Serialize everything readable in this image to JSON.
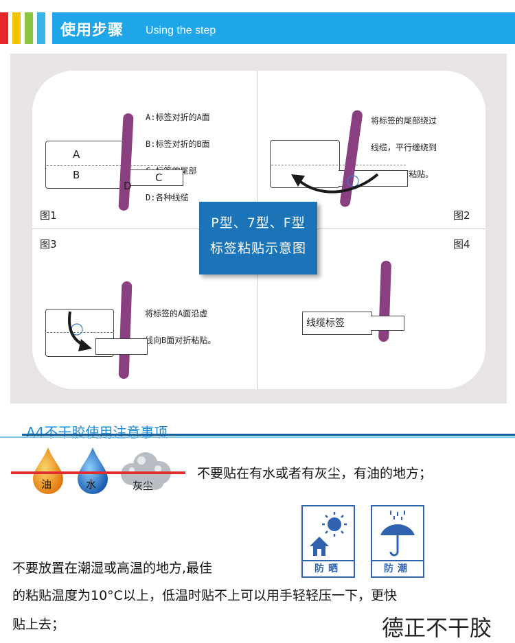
{
  "header": {
    "title": "使用步骤",
    "subtitle": "Using the step",
    "stripe_colors": [
      "#e8262a",
      "#f5c400",
      "#8cc63f",
      "#3bb4e8"
    ],
    "accent": "#1ea6e8"
  },
  "diagram": {
    "fig1": {
      "label": "图1",
      "legend": [
        "A:标签对折的A面",
        "B:标签对折的B面",
        "C:标签的尾部",
        "D:各种线缆"
      ],
      "a": "A",
      "b": "B",
      "c": "C",
      "d": "D"
    },
    "fig2": {
      "label": "图2",
      "text": [
        "将标签的尾部绕过",
        "线缆，平行缠绕到",
        "标签的B面粘贴。"
      ]
    },
    "fig3": {
      "label": "图3",
      "text": [
        "将标签的A面沿虚",
        "线向B面对折粘贴。"
      ]
    },
    "fig4": {
      "label": "图4",
      "tag": "线缆标签"
    },
    "callout": [
      "P型、7型、F型",
      "标签粘贴示意图"
    ],
    "cable_color": "#8a3f80",
    "callout_color": "#1b73b8"
  },
  "notes": {
    "title": "A4不干胶使用注意事项",
    "drops": [
      {
        "label": "油",
        "icon": "oil-drop-icon",
        "color": "#f0a020"
      },
      {
        "label": "水",
        "icon": "water-drop-icon",
        "color": "#2f79c8"
      },
      {
        "label": "灰尘",
        "icon": "dust-cloud-icon",
        "color": "#b8bdc3"
      }
    ],
    "line1": "不要贴在有水或者有灰尘，有油的地方；",
    "line2": "不要放置在潮湿或高温的地方,最佳",
    "line3": "的粘贴温度为10°C以上，低温时贴不上可以用手轻轻压一下，更快",
    "line4": "贴上去；",
    "signs": [
      {
        "caption": "防晒",
        "icon": "sun-protection-icon"
      },
      {
        "caption": "防潮",
        "icon": "moisture-protection-icon"
      }
    ],
    "sign_color": "#2f63b0"
  },
  "watermark": "德正不干胶"
}
